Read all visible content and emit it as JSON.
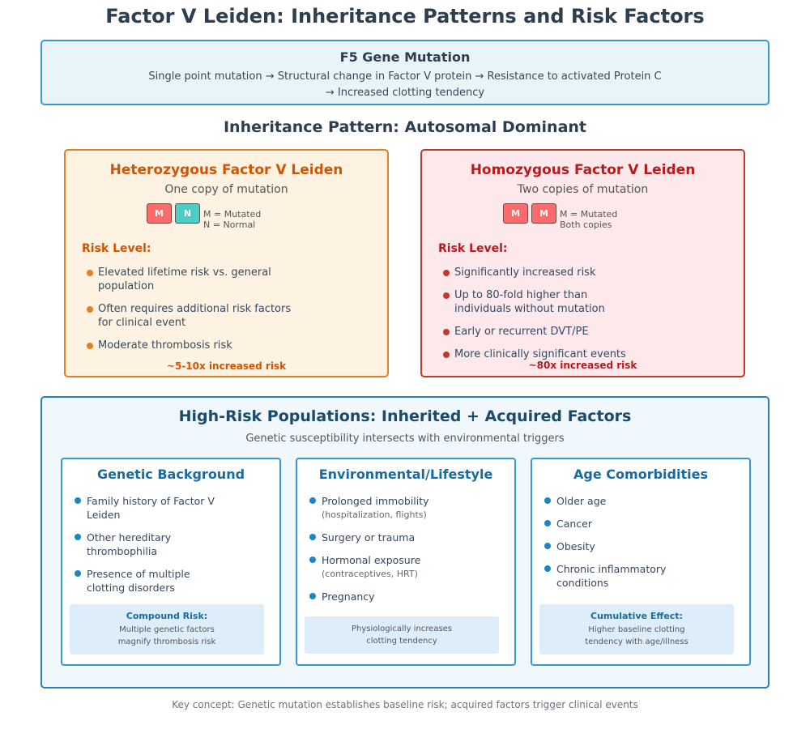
{
  "title": "Factor V Leiden: Inheritance Patterns and Risk Factors",
  "gene_mutation": {
    "title": "F5 Gene Mutation",
    "line1": "Single point mutation → Structural change in Factor V protein → Resistance to activated Protein C",
    "line2": "→ Increased clotting tendency"
  },
  "inheritance_heading": "Inheritance Pattern: Autosomal Dominant",
  "heterozygous": {
    "title": "Heterozygous Factor V Leiden",
    "subtitle": "One copy of mutation",
    "alleles": [
      "M",
      "N"
    ],
    "legend_line1": "M = Mutated",
    "legend_line2": "N = Normal",
    "risk_label": "Risk Level:",
    "risks": [
      "Elevated lifetime risk vs. general population",
      "Often requires additional risk factors for clinical event",
      "Moderate thrombosis risk"
    ],
    "summary": "~5-10x increased risk",
    "color": "#e67e22"
  },
  "homozygous": {
    "title": "Homozygous Factor V Leiden",
    "subtitle": "Two copies of mutation",
    "alleles": [
      "M",
      "M"
    ],
    "legend_line1": "M = Mutated",
    "legend_line2": "Both copies",
    "risk_label": "Risk Level:",
    "risks": [
      "Significantly increased risk",
      "Up to 80-fold higher than individuals without mutation",
      "Early or recurrent DVT/PE",
      "More clinically significant events"
    ],
    "summary": "~80x increased risk",
    "color": "#c0392b"
  },
  "populations": {
    "title": "High-Risk Populations: Inherited + Acquired Factors",
    "subtitle": "Genetic susceptibility intersects with environmental triggers",
    "columns": [
      {
        "title": "Genetic Background",
        "items": [
          {
            "text": "Family history of Factor V Leiden"
          },
          {
            "text": "Other hereditary thrombophilia"
          },
          {
            "text": "Presence of multiple clotting disorders"
          }
        ],
        "note_title": "Compound Risk:",
        "note_line1": "Multiple genetic factors",
        "note_line2": "magnify thrombosis risk"
      },
      {
        "title": "Environmental/Lifestyle",
        "items": [
          {
            "text": "Prolonged immobility",
            "note": "(hospitalization, flights)"
          },
          {
            "text": "Surgery or trauma"
          },
          {
            "text": "Hormonal exposure",
            "note": "(contraceptives, HRT)"
          },
          {
            "text": "Pregnancy"
          }
        ],
        "note_title": "",
        "note_line1": "Physiologically increases",
        "note_line2": "clotting tendency"
      },
      {
        "title": "Age Comorbidities",
        "items": [
          {
            "text": "Older age"
          },
          {
            "text": "Cancer"
          },
          {
            "text": "Obesity"
          },
          {
            "text": "Chronic inflammatory conditions"
          }
        ],
        "note_title": "Cumulative Effect:",
        "note_line1": "Higher baseline clotting",
        "note_line2": "tendency with age/illness"
      }
    ]
  },
  "footer": "Key concept: Genetic mutation establishes baseline risk; acquired factors trigger clinical events"
}
